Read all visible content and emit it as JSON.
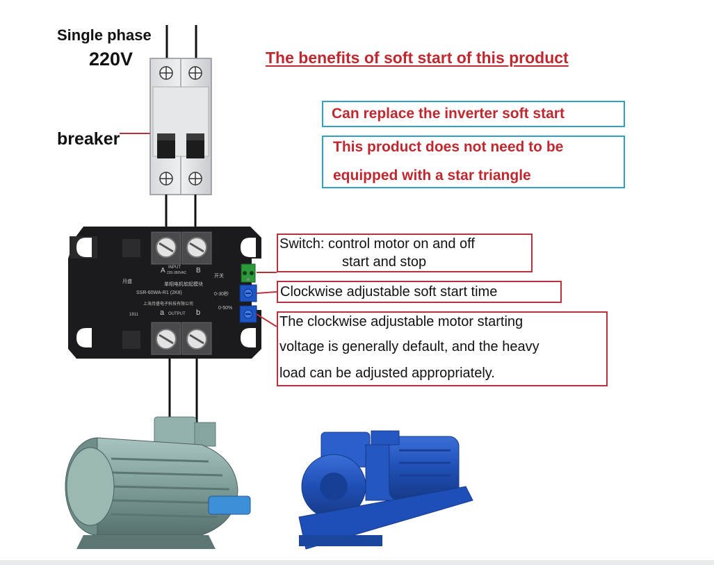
{
  "supply": {
    "line1": "Single phase",
    "line2": "220V"
  },
  "breaker_label": "breaker",
  "benefits": {
    "title": "The benefits of soft start of this product",
    "item1": "Can replace the inverter soft start",
    "item2_line1": "This product does not need to be",
    "item2_line2": "equipped with a star triangle"
  },
  "controls": {
    "switch_line1": "Switch: control motor on and off",
    "switch_line2": "start and stop",
    "time": "Clockwise adjustable soft start time",
    "voltage_line1": "The clockwise adjustable motor starting",
    "voltage_line2": "voltage is generally default, and the heavy",
    "voltage_line3": "load can be adjusted appropriately."
  },
  "module": {
    "input_a": "A",
    "input_b": "B",
    "input_label": "INPUT",
    "input_range": "220-380VAC",
    "model": "SSR-60WA-R1 (2K8)",
    "output_a": "a",
    "output_b": "b",
    "output_label": "OUTPUT",
    "time_range": "0-30秒",
    "voltage_range": "0-50%",
    "switch_cn": "开关",
    "brand": "月盛",
    "desc_cn": "单相电机软起模块",
    "company_cn": "上海月盛电子科技有限公司",
    "code": "1911"
  },
  "colors": {
    "benefit_text": "#c0282f",
    "blue_box": "#2ea0c6",
    "red_box": "#b8323a",
    "module_body": "#1b1b1d"
  }
}
